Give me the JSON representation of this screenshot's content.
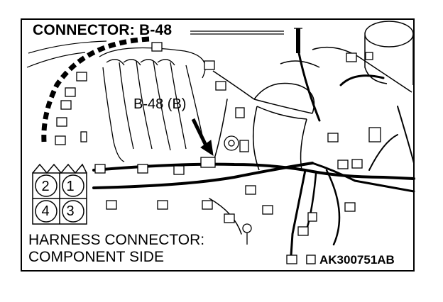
{
  "diagram": {
    "title": "CONNECTOR: B-48",
    "callout_label": "B-48 (B)",
    "harness_label_line1": "HARNESS CONNECTOR:",
    "harness_label_line2": "COMPONENT SIDE",
    "figure_code": "AK300751AB",
    "connector_pins": {
      "top_left": "2",
      "top_right": "1",
      "bottom_left": "4",
      "bottom_right": "3"
    }
  }
}
